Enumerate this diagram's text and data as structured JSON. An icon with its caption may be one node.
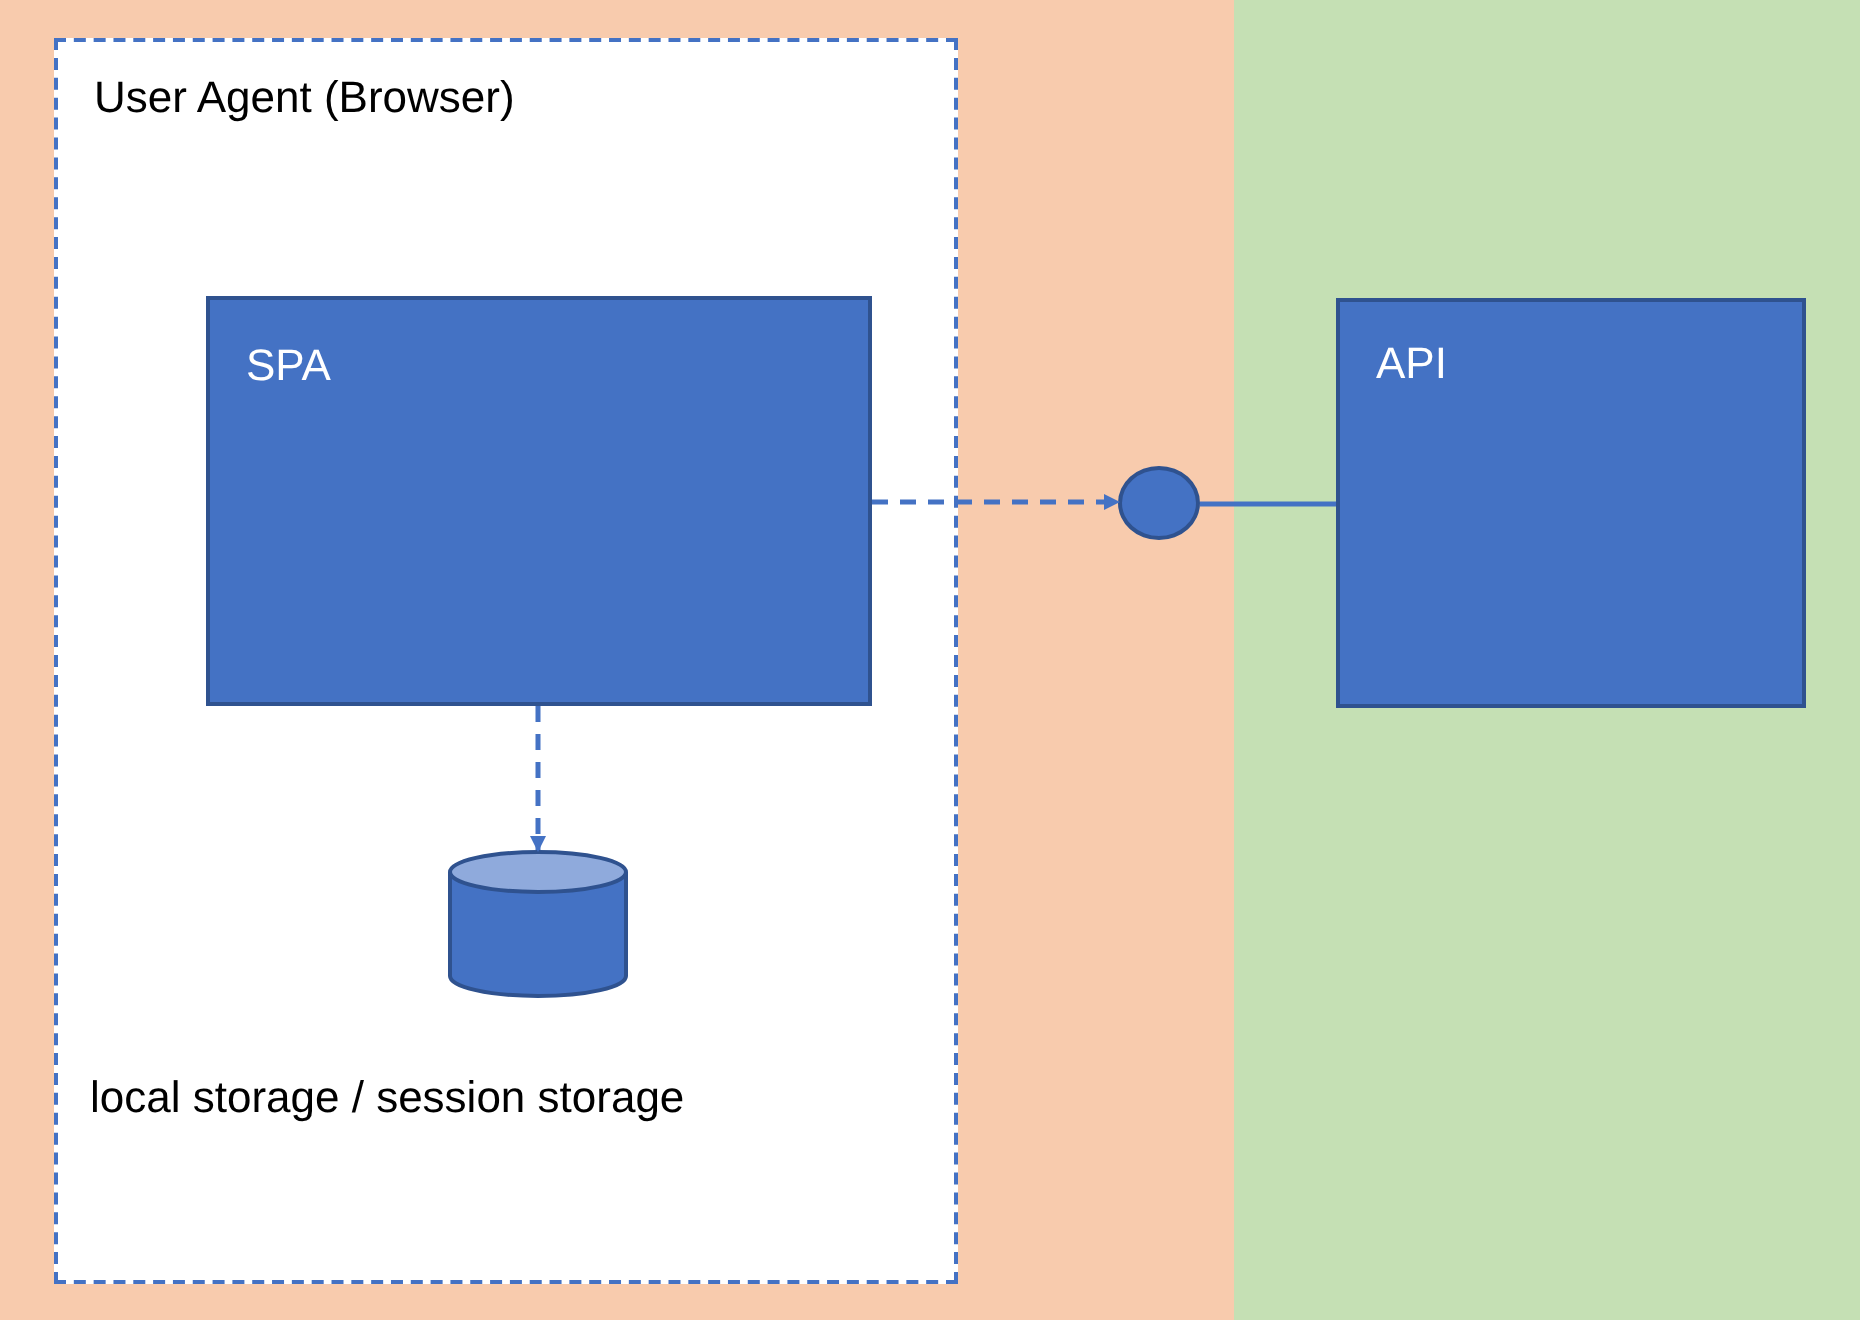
{
  "diagram": {
    "nodes": [
      {
        "text": [
          "User Agent (Browser)"
        ]
      },
      {
        "text": [
          "SPA"
        ],
        "in": 0
      },
      {
        "text": [],
        "shape": "cylinder",
        "in": 0,
        "beside": [
          "local storage / session storage"
        ]
      },
      {
        "text": [],
        "shape": "circle"
      },
      {
        "text": [
          "API"
        ]
      }
    ],
    "edges": [
      {
        "from": 1,
        "to": 3,
        "arrow": "to",
        "style": "dashed"
      },
      {
        "from": 3,
        "to": 4,
        "arrow": "none"
      },
      {
        "from": 1,
        "to": 2,
        "arrow": "to",
        "style": "dashed"
      }
    ]
  }
}
